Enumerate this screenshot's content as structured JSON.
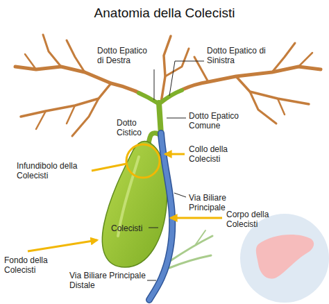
{
  "diagram": {
    "title": "Anatomia della Colecisti",
    "labels": [
      "Dotto Epatico di Destra",
      "Dotto Epatico di Sinistra",
      "Dotto Cistico",
      "Dotto Epatico Comune",
      "Infundibolo della Colecisti",
      "Collo della Colecisti",
      "Via Biliare Principale",
      "Colecisti",
      "Corpo della Colecisti",
      "Fondo della Colecisti",
      "Via Biliare Principale Distale"
    ]
  }
}
